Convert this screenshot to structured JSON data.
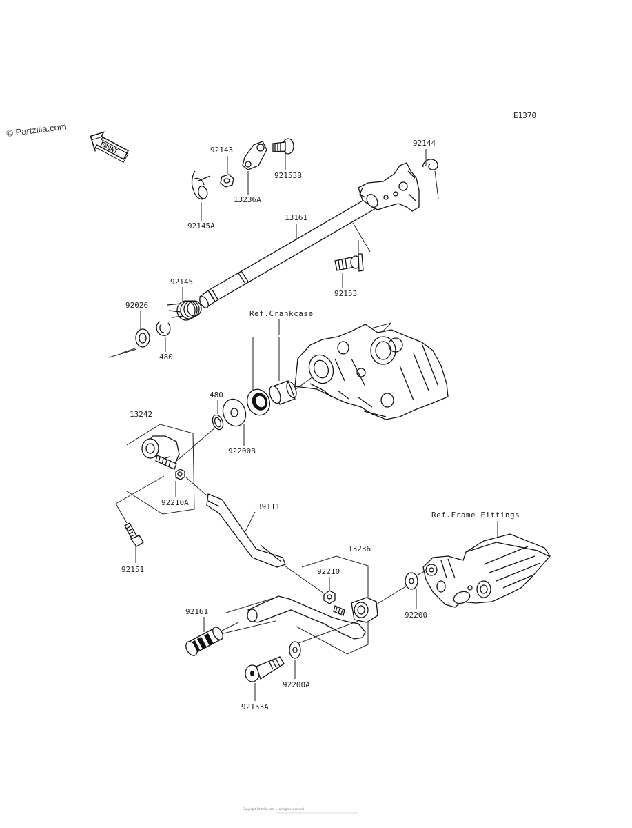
{
  "watermark": "© Partzilla.com",
  "diagram_code": "E1370",
  "front_label": "FRONT",
  "refs": {
    "crankcase": "Ref.Crankcase",
    "frame_fittings": "Ref.Frame Fittings"
  },
  "labels": {
    "p92143": "92143",
    "p92153B": "92153B",
    "p92144": "92144",
    "p92145A": "92145A",
    "p13236A": "13236A",
    "p13161": "13161",
    "p92153": "92153",
    "p92145": "92145",
    "p92026": "92026",
    "p480a": "480",
    "p480b": "480",
    "p13242": "13242",
    "p92200B": "92200B",
    "p92210A": "92210A",
    "p39111": "39111",
    "p92151": "92151",
    "p13236": "13236",
    "p92210": "92210",
    "p92161": "92161",
    "p92200": "92200",
    "p92200A": "92200A",
    "p92153A": "92153A"
  },
  "footer": "Copyright Partzilla.com ... all rights reserved"
}
